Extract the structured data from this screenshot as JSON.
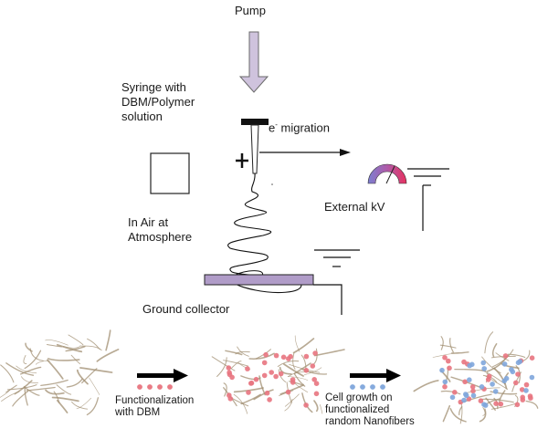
{
  "labels": {
    "pump": "Pump",
    "syringe": [
      "Syringe with",
      "DBM/Polymer",
      "solution"
    ],
    "e_migration_base": "e",
    "e_migration_sup": "-",
    "e_migration_rest": " migration",
    "external_kv": "External kV",
    "in_air": [
      "In Air at",
      "Atmosphere"
    ],
    "ground_collector": "Ground collector",
    "functionalization": [
      "Functionalization",
      "with DBM"
    ],
    "cell_growth": [
      "Cell growth on",
      "functionalized",
      "random Nanofibers"
    ]
  },
  "icons": {
    "pump_arrow": "down-arrow-icon",
    "plus": "plus-sign-icon",
    "meter": "voltage-meter-icon",
    "ground": "ground-symbol-icon"
  },
  "colors": {
    "pump_arrow_fill": "#cfc3dd",
    "collector_fill": "#b09cc8",
    "dbm_dot": "#e8747f",
    "cell_dot": "#7fa6dc",
    "fiber": "#a08d70",
    "meter_left": "#7b7fd0",
    "meter_right": "#e8325f"
  }
}
